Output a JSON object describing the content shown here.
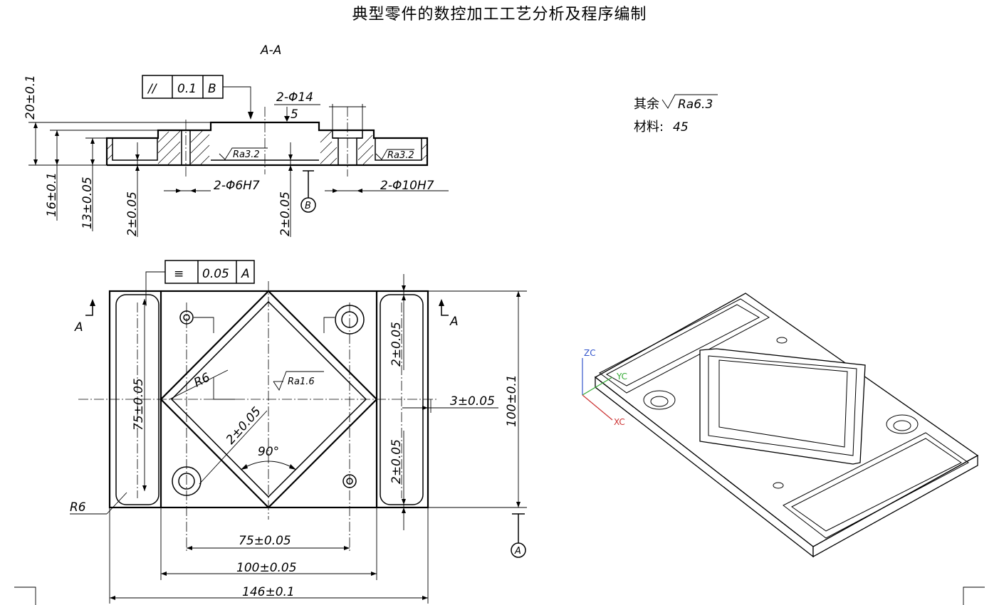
{
  "title": "典型零件的数控加工工艺分析及程序编制",
  "section_view": {
    "label": "A-A",
    "parallelism_frame": {
      "symbol": "//",
      "tolerance": "0.1",
      "datum": "B"
    },
    "dims": {
      "holes_14": "2-Φ14",
      "depth_5": "5",
      "holes_6h7": "2-Φ6H7",
      "holes_10h7": "2-Φ10H7",
      "h20": "20±0.1",
      "h16": "16±0.1",
      "h13": "13±0.05",
      "h2_left": "2±0.05",
      "h2_mid": "2±0.05"
    },
    "roughness_left": "Ra3.2",
    "roughness_right": "Ra3.2",
    "datum_b": "B"
  },
  "notes": {
    "rest_label": "其余",
    "rest_roughness": "Ra6.3",
    "material_label": "材料:",
    "material_value": "45"
  },
  "plan_view": {
    "symmetry_frame": {
      "symbol": "≡",
      "tolerance": "0.05",
      "datum": "A"
    },
    "section_marks": [
      "A",
      "A"
    ],
    "dims": {
      "slot_len": "75±0.05",
      "r6_inner": "R6",
      "r6_outer": "R6",
      "wall_diag": "2±0.05",
      "angle": "90°",
      "wall_top": "2±0.05",
      "wall_bottom": "2±0.05",
      "offset_3": "3±0.05",
      "height_100": "100±0.1",
      "hole_spacing": "75±0.05",
      "width_100": "100±0.05",
      "width_146": "146±0.1"
    },
    "roughness_pocket": "Ra1.6",
    "datum_a": "A"
  },
  "iso_view": {
    "axes": [
      "ZC",
      "YC",
      "XC"
    ]
  }
}
